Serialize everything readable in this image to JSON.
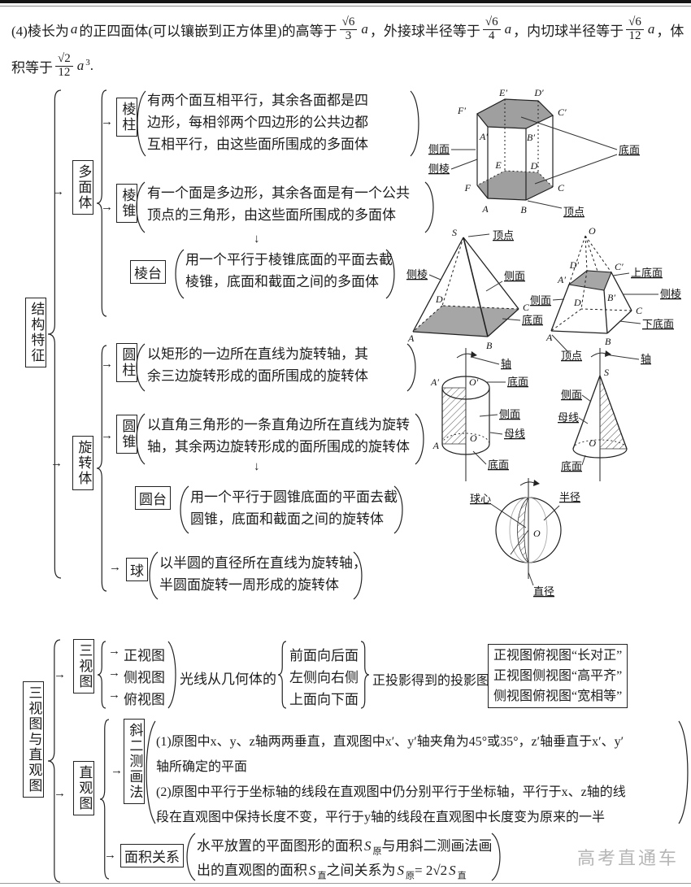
{
  "icons": {
    "arrow_right": "→",
    "arrow_down": "↓"
  },
  "watermark": "高考直通车",
  "intro": {
    "t1": "(4)棱长为",
    "a1": "a",
    "t2": "的正四面体(可以镶嵌到正方体里)的高等于",
    "f1n": "√6",
    "f1d": "3",
    "x1": "a",
    "t3": "，外接球半径等于",
    "f2n": "√6",
    "f2d": "4",
    "x2": "a",
    "t4": "，内切球半径等于",
    "f3n": "√6",
    "f3d": "12",
    "x3": "a",
    "t5": "，体",
    "t6": "积等于",
    "f4n": "√2",
    "f4d": "12",
    "x4": "a",
    "sup4": "3",
    "t7": "."
  },
  "s1": {
    "root": "结构特征",
    "poly": {
      "label": "多面体",
      "prism": {
        "label": "棱柱",
        "l1": "有两个面互相平行，其余各面都是四",
        "l2": "边形，每相邻两个四边形的公共边都",
        "l3": "互相平行，由这些面所围成的多面体"
      },
      "pyramid": {
        "label": "棱锥",
        "l1": "有一个面是多边形，其余各面是有一个公共",
        "l2": "顶点的三角形，由这些面所围成的多面体"
      },
      "frustum": {
        "label": "棱台",
        "l1": "用一个平行于棱锥底面的平面去截",
        "l2": "棱锥，底面和截面之间的多面体"
      }
    },
    "rev": {
      "label": "旋转体",
      "cylinder": {
        "label": "圆柱",
        "l1": "以矩形的一边所在直线为旋转轴，其",
        "l2": "余三边旋转形成的面所围成的旋转体"
      },
      "cone": {
        "label": "圆锥",
        "l1": "以直角三角形的一条直角边所在直线为旋转",
        "l2": "轴，其余两边旋转形成的面所围成的旋转体"
      },
      "cfrustum": {
        "label": "圆台",
        "l1": "用一个平行于圆锥底面的平面去截",
        "l2": "圆锥，底面和截面之间的旋转体"
      },
      "sphere": {
        "label": "球",
        "l1": "以半圆的直径所在直线为旋转轴，",
        "l2": "半圆面旋转一周形成的旋转体"
      }
    }
  },
  "figs": {
    "prism": {
      "cemian": "侧面",
      "celeng": "侧棱",
      "dimian": "底面",
      "dingdian": "顶点",
      "A": "A",
      "B": "B",
      "C": "C",
      "D": "D",
      "E": "E",
      "F": "F",
      "A2": "A′",
      "B2": "B′",
      "C2": "C′",
      "D2": "D′",
      "E2": "E′",
      "F2": "F′"
    },
    "pyramid": {
      "S": "S",
      "dingdian": "顶点",
      "celeng": "侧棱",
      "cemian": "侧面",
      "dimian": "底面",
      "A": "A",
      "B": "B",
      "C": "C",
      "D": "D"
    },
    "tfrustum": {
      "O": "O",
      "shangdimian": "上底面",
      "celeng": "侧棱",
      "cemian": "侧面",
      "xiadimian": "下底面",
      "dingdian": "顶点",
      "A": "A",
      "B": "B",
      "C": "C",
      "D": "D",
      "A2": "A′",
      "B2": "B′",
      "C2": "C′",
      "D2": "D′"
    },
    "cylinder": {
      "zhou": "轴",
      "dimian_top": "底面",
      "cemian": "侧面",
      "muxian": "母线",
      "dimian_bottom": "底面",
      "A2": "A′",
      "O2": "O′",
      "A": "A",
      "O": "O"
    },
    "cone": {
      "zhou": "轴",
      "S": "S",
      "cemian": "侧面",
      "muxian": "母线",
      "O": "O",
      "dimian": "底面"
    },
    "sphere": {
      "qiuxin": "球心",
      "banjing": "半径",
      "O": "O",
      "zhijing": "直径"
    }
  },
  "s2": {
    "root": "三视图与直观图",
    "views": {
      "label": "三视图",
      "items": [
        "正视图",
        "侧视图",
        "俯视图"
      ],
      "mid": "光线从几何体的",
      "dirs": [
        "前面向后面",
        "左侧向右侧",
        "上面向下面"
      ],
      "tail": "正投影得到的投影图",
      "rules": [
        "正视图俯视图“长对正”",
        "正视图侧视图“高平齐”",
        "侧视图俯视图“宽相等”"
      ]
    },
    "intuitive": {
      "label": "直观图",
      "method": {
        "label": "斜二测画法",
        "l1": "(1)原图中x、y、z轴两两垂直，直观图中x′、y′轴夹角为45°或35°，z′轴垂直于x′、y′",
        "l2": "轴所确定的平面",
        "l3": "(2)原图中平行于坐标轴的线段在直观图中仍分别平行于坐标轴，平行于x、z轴的线",
        "l4": "段在直观图中保持长度不变，平行于y轴的线段在直观图中长度变为原来的一半"
      },
      "area": {
        "label": "面积关系",
        "l1a": "水平放置的平面图形的面积",
        "s1": "S",
        "sub1": "原",
        "l1b": "与用斜二测画法画",
        "l2a": "出的直观图的面积",
        "s2": "S",
        "sub2": "直",
        "l2b": "之间关系为",
        "s3": "S",
        "sub3": "原",
        "eq": "= 2√2",
        "s4": "S",
        "sub4": "直"
      }
    }
  }
}
